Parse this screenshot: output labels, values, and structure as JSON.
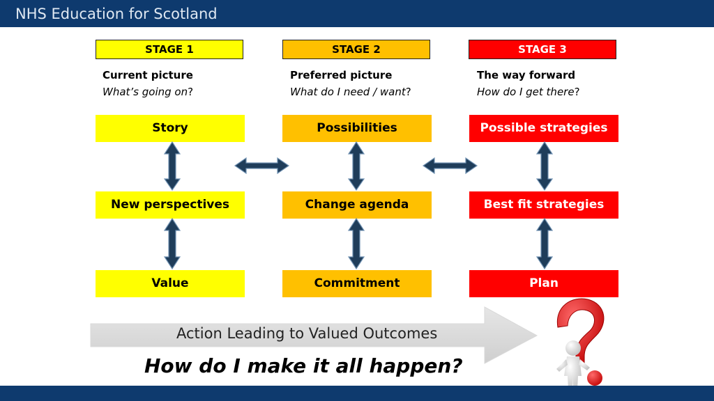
{
  "header": {
    "title": "NHS Education for Scotland"
  },
  "stages": [
    {
      "label": "STAGE 1",
      "heading": "Current picture",
      "question": "What’s going on",
      "qmark": "?"
    },
    {
      "label": "STAGE 2",
      "heading": "Preferred picture",
      "question": "What do I need / want",
      "qmark": "?"
    },
    {
      "label": "STAGE 3",
      "heading": "The way forward",
      "question": "How do I get there",
      "qmark": "?"
    }
  ],
  "columns": [
    {
      "items": [
        "Story",
        "New perspectives",
        "Value"
      ]
    },
    {
      "items": [
        "Possibilities",
        "Change agenda",
        "Commitment"
      ]
    },
    {
      "items": [
        "Possible strategies",
        "Best fit strategies",
        "Plan"
      ]
    }
  ],
  "footer": {
    "action": "Action Leading to Valued Outcomes",
    "question": "How do I make it all happen?"
  },
  "colors": {
    "stage1": "#ffff00",
    "stage2": "#ffc000",
    "stage3": "#ff0000",
    "header": "#0e3a6e"
  },
  "icons": [
    "double-arrow-vertical",
    "double-arrow-horizontal",
    "question-mark-figure"
  ]
}
